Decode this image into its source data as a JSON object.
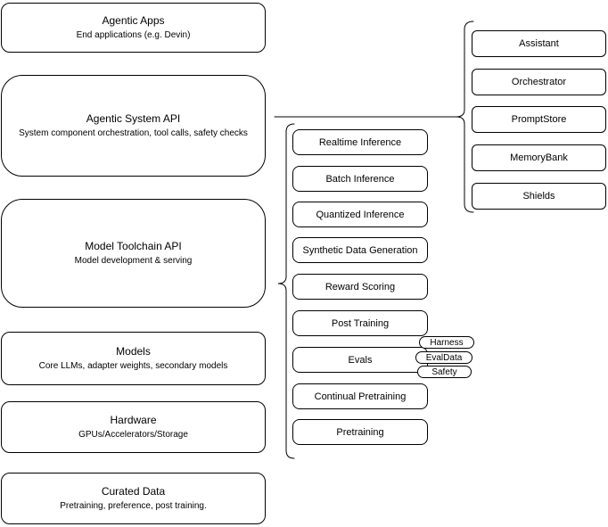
{
  "diagram": {
    "left_stack": [
      {
        "title": "Agentic Apps",
        "subtitle": "End applications (e.g. Devin)"
      },
      {
        "title": "Agentic System API",
        "subtitle": "System component orchestration, tool calls, safety checks"
      },
      {
        "title": "Model Toolchain API",
        "subtitle": "Model development & serving"
      },
      {
        "title": "Models",
        "subtitle": "Core LLMs, adapter weights, secondary models"
      },
      {
        "title": "Hardware",
        "subtitle": "GPUs/Accelerators/Storage"
      },
      {
        "title": "Curated Data",
        "subtitle": "Pretraining, preference, post training."
      }
    ],
    "toolchain_components": [
      "Realtime Inference",
      "Batch Inference",
      "Quantized Inference",
      "Synthetic Data Generation",
      "Reward Scoring",
      "Post Training",
      "Evals",
      "Continual Pretraining",
      "Pretraining"
    ],
    "evals_pills": [
      "Harness",
      "EvalData",
      "Safety"
    ],
    "system_components": [
      "Assistant",
      "Orchestrator",
      "PromptStore",
      "MemoryBank",
      "Shields"
    ],
    "colors": {
      "stroke": "#000000",
      "fill": "#ffffff",
      "background": "#ffffff"
    }
  }
}
